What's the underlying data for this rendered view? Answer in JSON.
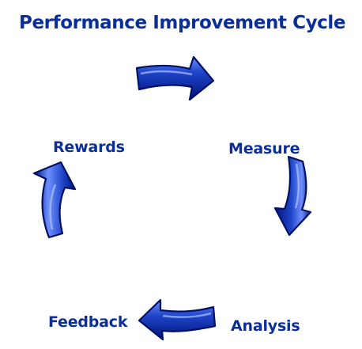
{
  "diagram": {
    "title": "Performance Improvement Cycle",
    "steps": [
      {
        "label": "Measure"
      },
      {
        "label": "Analysis"
      },
      {
        "label": "Feedback"
      },
      {
        "label": "Rewards"
      }
    ],
    "colors": {
      "text": "#0b2f98",
      "arrow_dark": "#00127a",
      "arrow_mid": "#1f45c9",
      "arrow_light": "#6c8fff",
      "background": "#ffffff"
    }
  }
}
